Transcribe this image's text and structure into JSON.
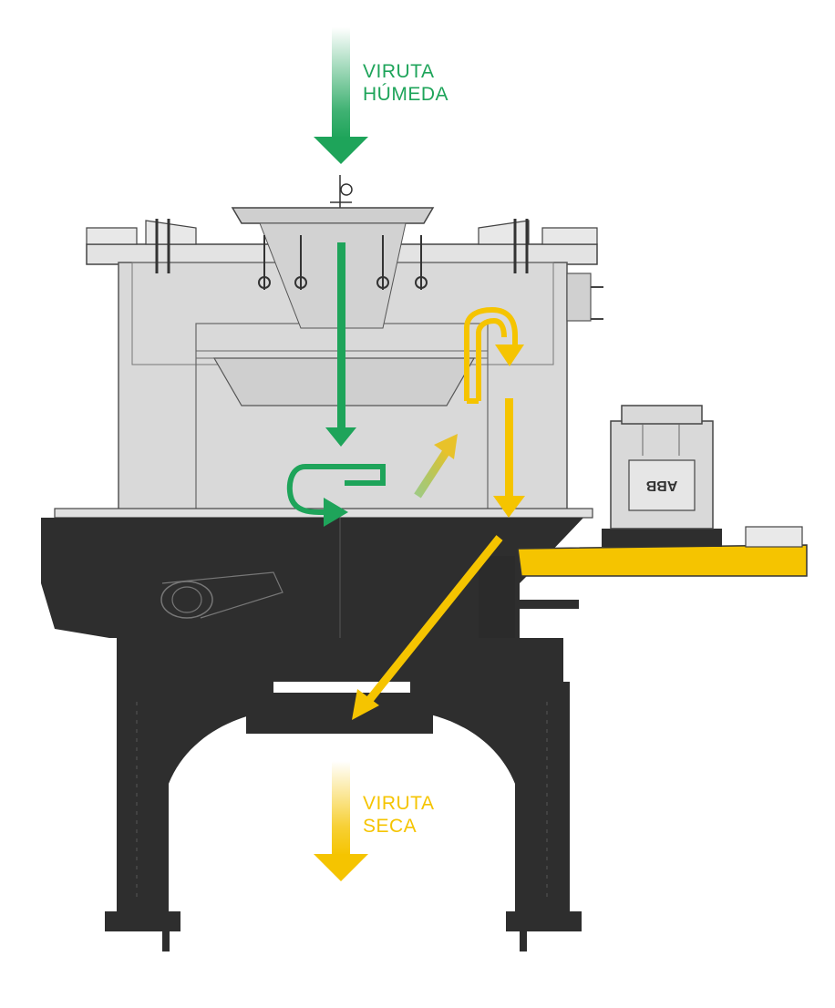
{
  "labels": {
    "wet": {
      "line1": "VIRUTA",
      "line2": "HÚMEDA"
    },
    "dry": {
      "line1": "VIRUTA",
      "line2": "SECA"
    }
  },
  "motor": {
    "brand": "ABB"
  },
  "flows": {
    "wet_color": "#1ea45a",
    "dry_color": "#f5c400",
    "conveyor_color": "#f5c400",
    "machine_body_color": "#d9d9d9",
    "machine_base_color": "#2e2e2e"
  }
}
